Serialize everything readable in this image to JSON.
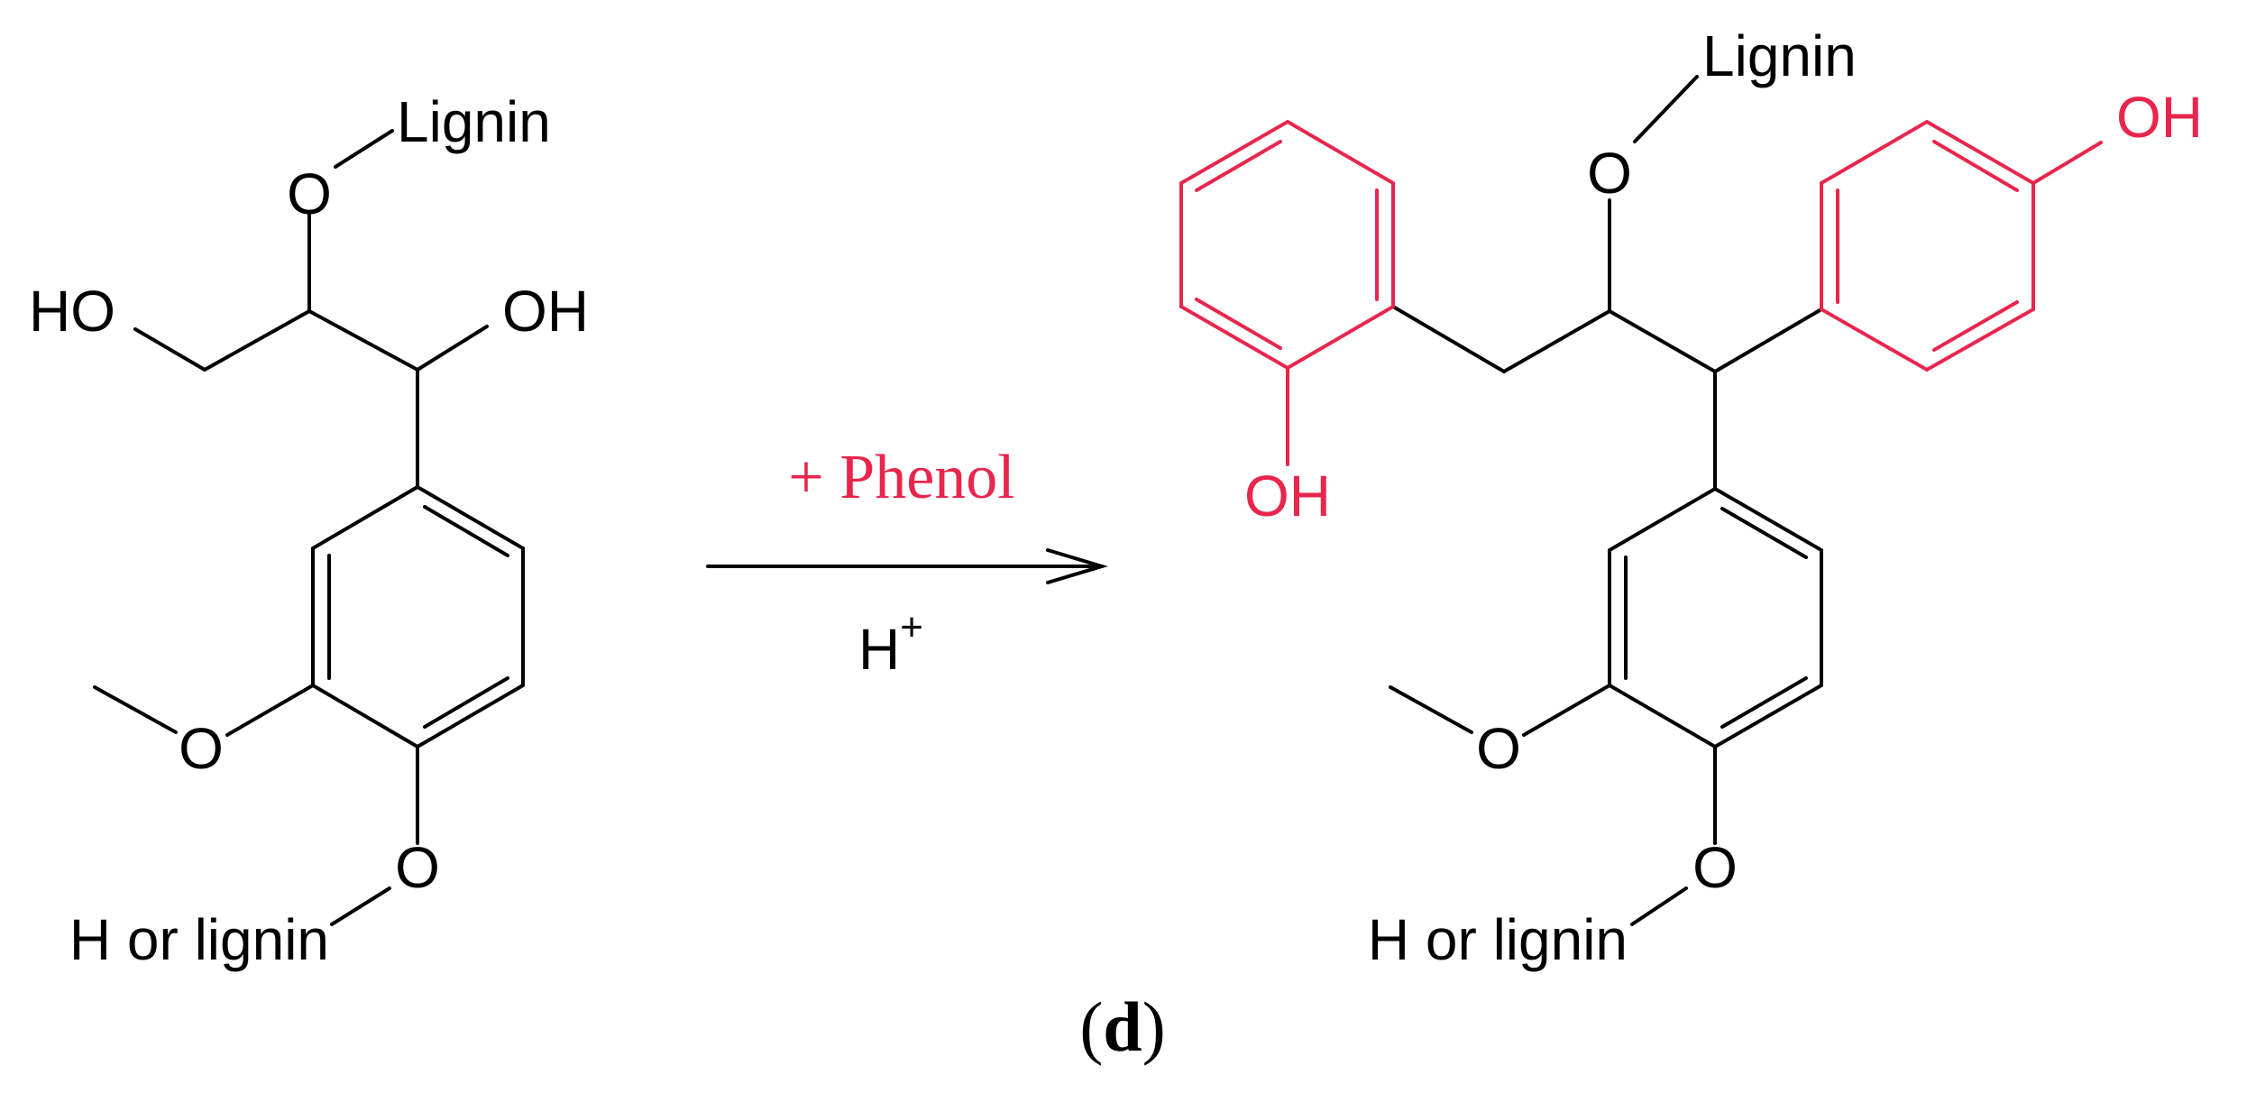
{
  "colors": {
    "structure": "#000000",
    "phenol_highlight": "#e8264d",
    "background": "#ffffff"
  },
  "reactant": {
    "labels": {
      "o_top": "O",
      "lignin_top": "Lignin",
      "ho_left": "HO",
      "oh_right": "OH",
      "o_methoxy": "O",
      "o_bottom": "O",
      "h_or_lignin": "H or lignin"
    }
  },
  "arrow": {
    "reagent": "+ Phenol",
    "catalyst_base": "H",
    "catalyst_sup": "+"
  },
  "product": {
    "labels": {
      "o_top": "O",
      "lignin_top": "Lignin",
      "oh_left_ring": "OH",
      "oh_right_ring": "OH",
      "o_methoxy": "O",
      "o_bottom": "O",
      "h_or_lignin": "H or lignin"
    }
  },
  "caption": {
    "open": "(",
    "letter": "d",
    "close": ")"
  }
}
